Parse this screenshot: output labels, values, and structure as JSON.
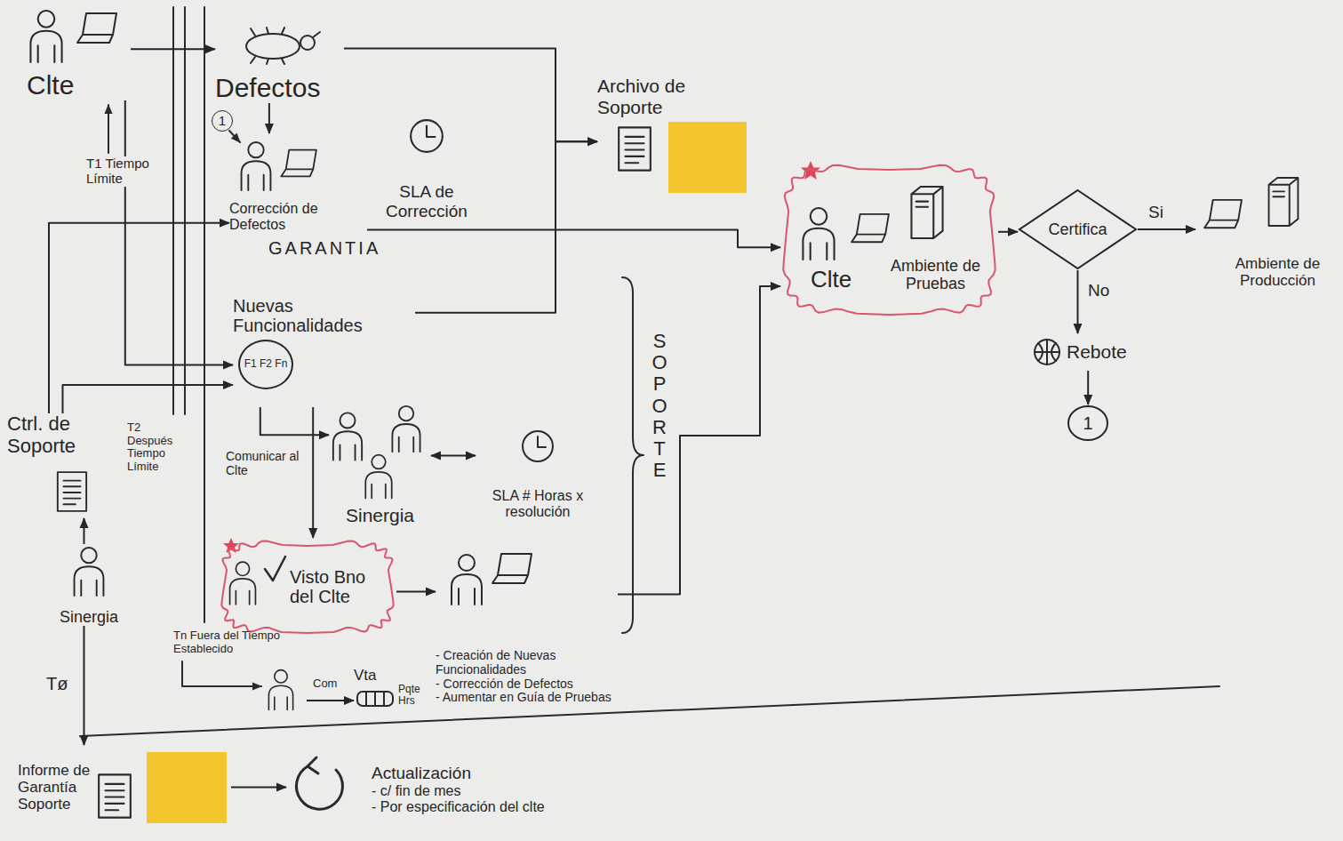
{
  "diagram": {
    "nodes": [
      {
        "text": [
          "Clte"
        ]
      },
      {
        "text": [
          "Defectos"
        ]
      },
      {
        "text": [
          "Corrección de Defectos"
        ]
      },
      {
        "text": [
          "SLA de Corrección"
        ]
      },
      {
        "text": [
          "Archivo de Soporte"
        ]
      },
      {
        "text": [
          "Nuevas Funcionalidades",
          "F1 F2 Fn"
        ]
      },
      {
        "text": [
          "Sinergia"
        ]
      },
      {
        "text": [
          "SLA # Horas x resolución"
        ]
      },
      {
        "text": [
          "Ctrl. de Soporte"
        ]
      },
      {
        "text": [
          "Sinergia"
        ]
      },
      {
        "text": [
          "Visto Bno del Clte"
        ]
      },
      {
        "text": [
          "- Creación de Nuevas Funcionalidades",
          "- Corrección de Defectos",
          "- Aumentar en Guía de Pruebas"
        ]
      },
      {
        "text": [
          "Tn Fuera del Tiempo Establecido"
        ]
      },
      {
        "text": [
          "Vta",
          "Pqte Hrs"
        ]
      },
      {
        "text": [
          "Informe de Garantía Soporte"
        ]
      },
      {
        "text": [
          "Actualización",
          "- c/ fin de mes",
          "- Por especificación del clte"
        ]
      },
      {
        "text": [
          "Clte",
          "Ambiente de Pruebas"
        ]
      },
      {
        "text": [
          "Certifica"
        ]
      },
      {
        "text": [
          "Ambiente de Producción"
        ]
      },
      {
        "text": [
          "Rebote"
        ]
      },
      {
        "text": [
          "1"
        ]
      }
    ],
    "edges": [
      {
        "from": 0,
        "to": 1,
        "arrow": "to"
      },
      {
        "from": 1,
        "to": 2,
        "arrow": "to"
      },
      {
        "from": 0,
        "to": 5,
        "arrow": "to"
      },
      {
        "from": 8,
        "to": 2,
        "arrow": "to"
      },
      {
        "from": 8,
        "to": 5,
        "arrow": "to"
      },
      {
        "from": 1,
        "to": 4,
        "arrow": "to"
      },
      {
        "from": 5,
        "to": 4,
        "arrow": "to"
      },
      {
        "from": 2,
        "to": 16,
        "arrow": "to"
      },
      {
        "from": 11,
        "to": 16,
        "arrow": "to"
      },
      {
        "from": 5,
        "to": 6,
        "label": "Comunicar al Clte",
        "arrow": "to"
      },
      {
        "from": 6,
        "to": 7,
        "arrow": "both"
      },
      {
        "from": 5,
        "to": 10,
        "arrow": "to"
      },
      {
        "from": 10,
        "to": 11,
        "arrow": "to"
      },
      {
        "from": 9,
        "to": 8,
        "arrow": "to"
      },
      {
        "from": 9,
        "to": 14,
        "label": "Tø",
        "arrow": "to"
      },
      {
        "from": 12,
        "to": 13,
        "label": "Com",
        "arrow": "to"
      },
      {
        "from": 14,
        "to": 15,
        "arrow": "to"
      },
      {
        "from": 16,
        "to": 17,
        "arrow": "to"
      },
      {
        "from": 17,
        "to": 18,
        "label": "Si",
        "arrow": "to"
      },
      {
        "from": 17,
        "to": 19,
        "label": "No",
        "arrow": "to"
      },
      {
        "from": 19,
        "to": 20,
        "arrow": "to"
      }
    ],
    "labels": [
      "T1 Tiempo Límite",
      "1",
      "GARANTIA",
      "SOPORTE",
      "T2 Después Tiempo Límite"
    ]
  }
}
